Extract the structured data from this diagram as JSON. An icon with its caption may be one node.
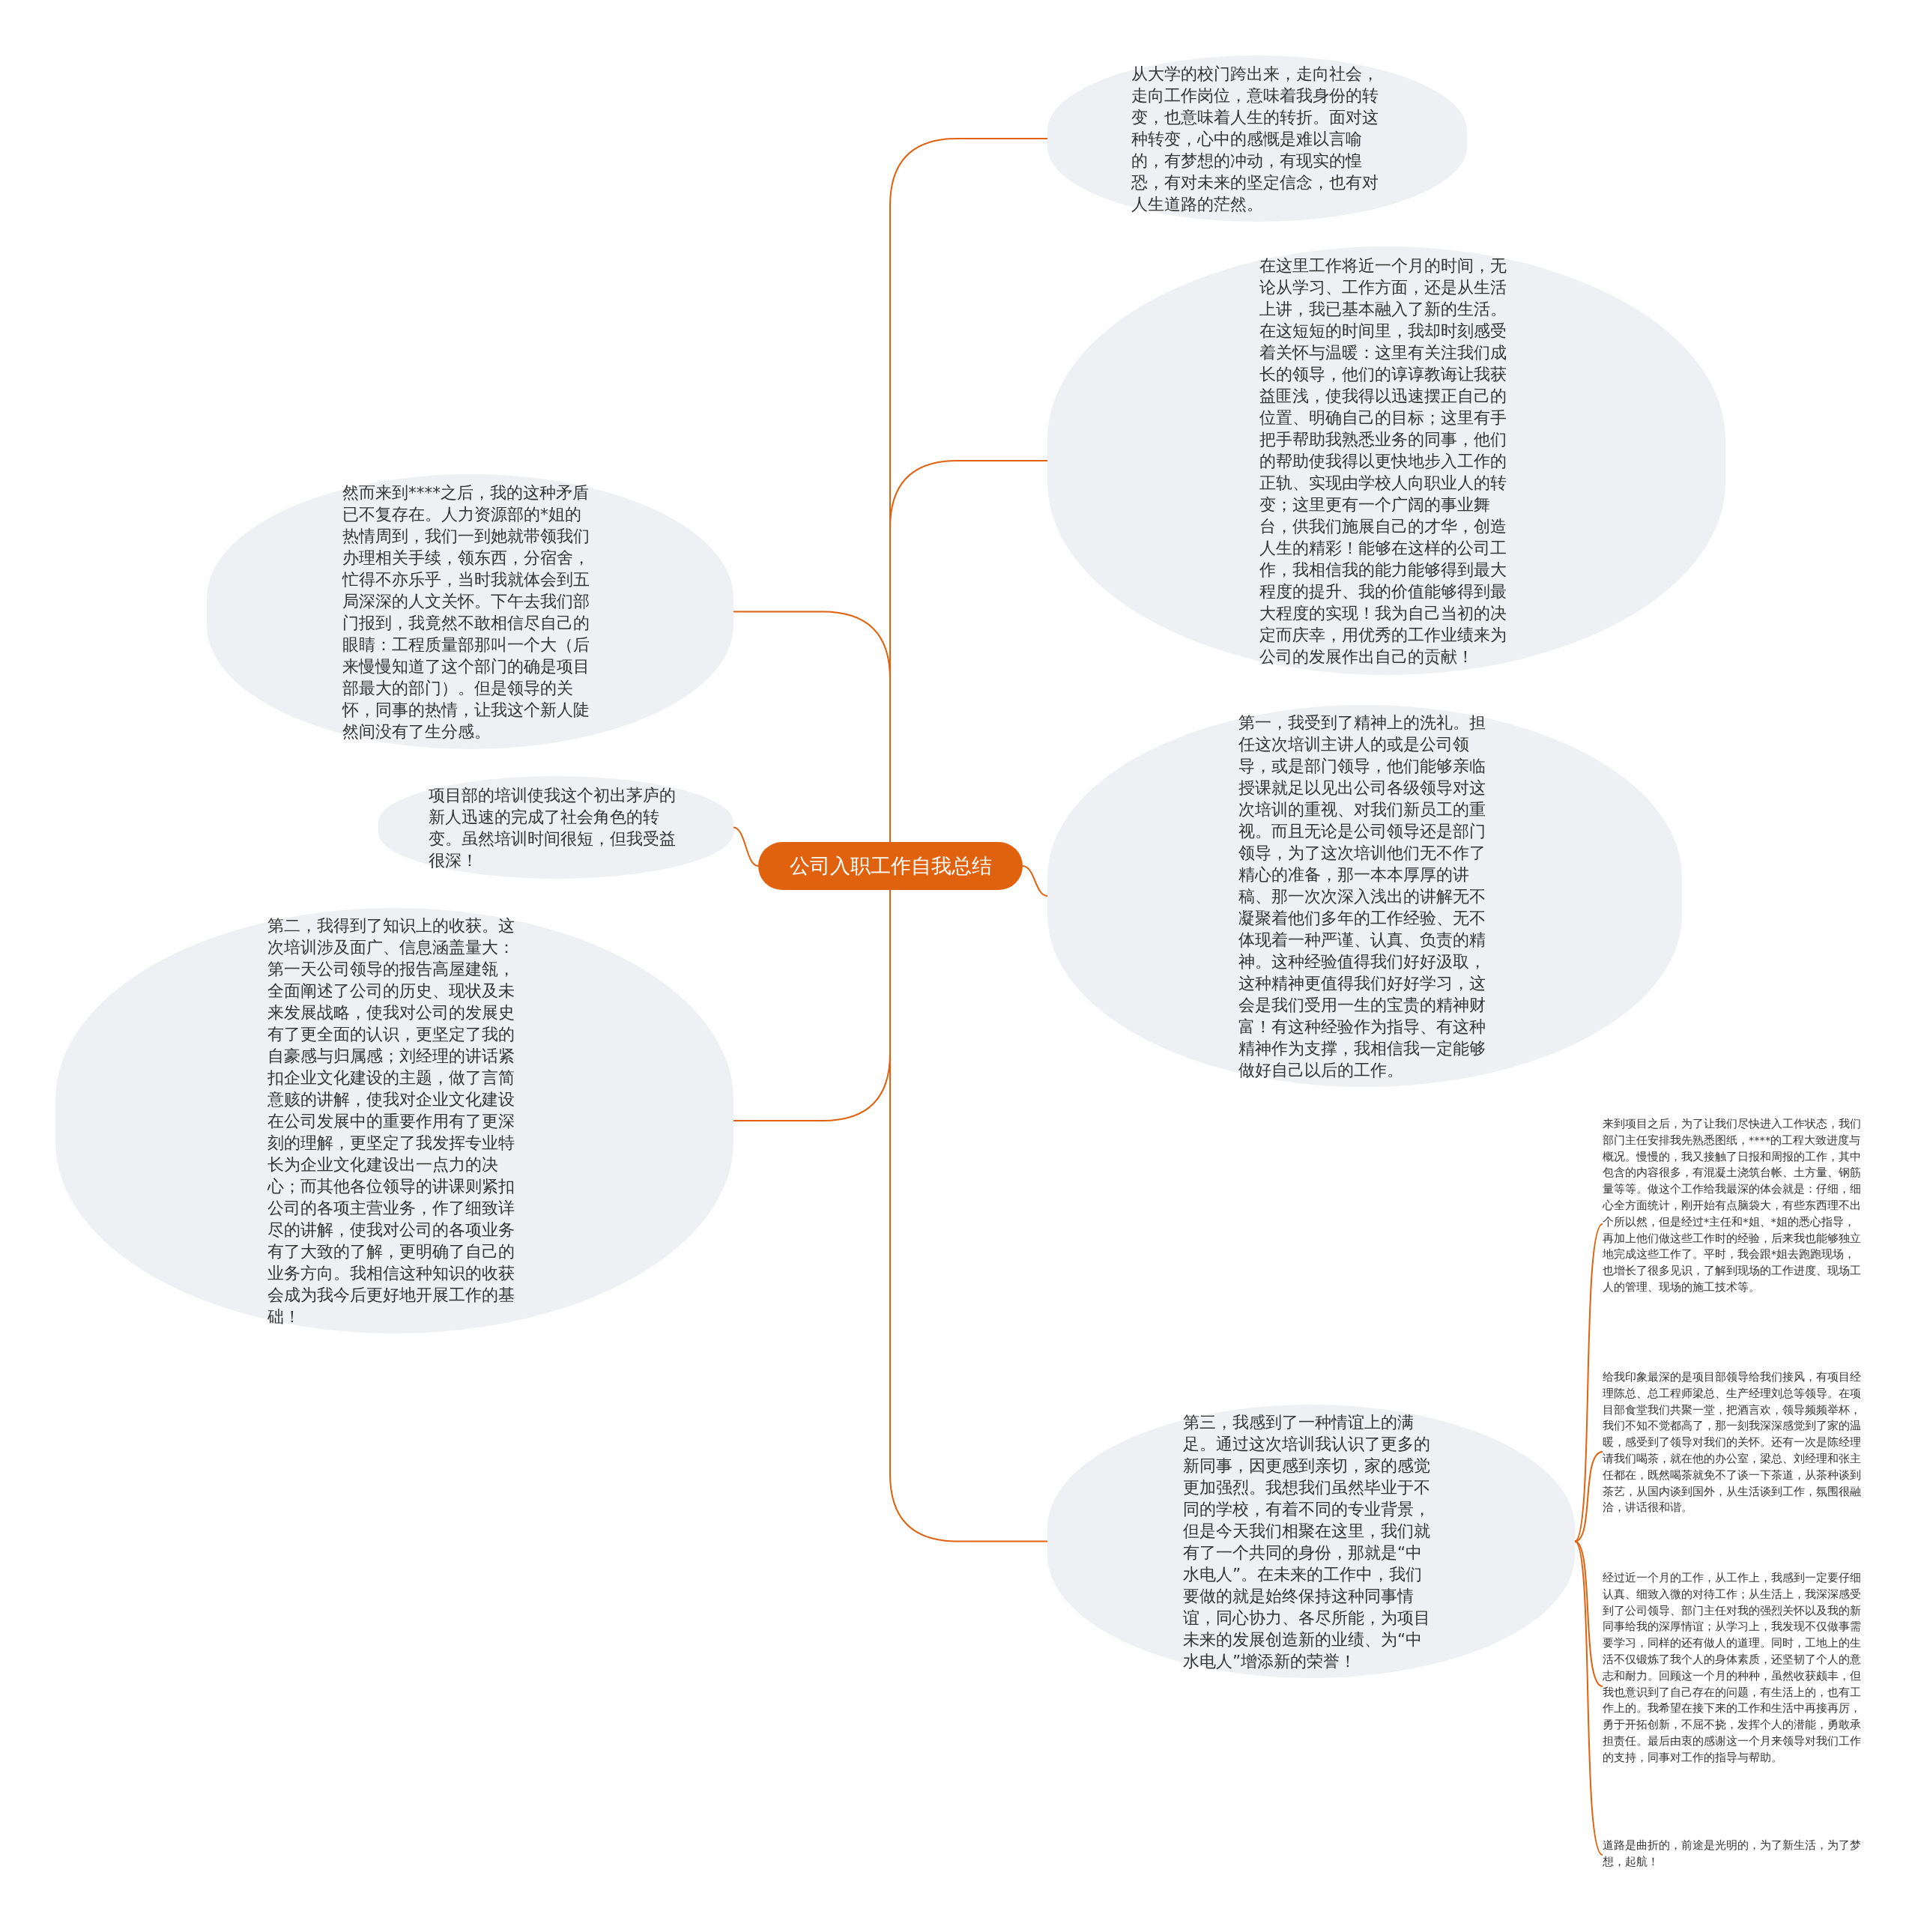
{
  "diagram": {
    "nodes": [
      {
        "text": [
          "公司入职工作自我总结"
        ]
      },
      {
        "text": [
          "从大学的校门跨出来，走向社会，走向工作岗位，意味着我身份的转变，也意味着人生的转折。面对这种转变，心中的感慨是难以言喻的，有梦想的冲动，有现实的惶恐，有对未来的坚定信念，也有对人生道路的茫然。"
        ]
      },
      {
        "text": [
          "在这里工作将近一个月的时间，无论从学习、工作方面，还是从生活上讲，我已基本融入了新的生活。在这短短的时间里，我却时刻感受着关怀与温暖：这里有关注我们成长的领导，他们的谆谆教诲让我获益匪浅，使我得以迅速摆正自己的位置、明确自己的目标；这里有手把手帮助我熟悉业务的同事，他们的帮助使我得以更快地步入工作的正轨、实现由学校人向职业人的转变；这里更有一个广阔的事业舞台，供我们施展自己的才华，创造人生的精彩！能够在这样的公司工作，我相信我的能力能够得到最大程度的提升、我的价值能够得到最大程度的实现！我为自己当初的决定而庆幸，用优秀的工作业绩来为公司的发展作出自己的贡献！"
        ]
      },
      {
        "text": [
          "第一，我受到了精神上的洗礼。担任这次培训主讲人的或是公司领导，或是部门领导，他们能够亲临授课就足以见出公司各级领导对这次培训的重视、对我们新员工的重视。而且无论是公司领导还是部门领导，为了这次培训他们无不作了精心的准备，那一本本厚厚的讲稿、那一次次深入浅出的讲解无不凝聚着他们多年的工作经验、无不体现着一种严谨、认真、负责的精神。这种经验值得我们好好汲取，这种精神更值得我们好好学习，这会是我们受用一生的宝贵的精神财富！有这种经验作为指导、有这种精神作为支撑，我相信我一定能够做好自己以后的工作。"
        ]
      },
      {
        "text": [
          "然而来到****之后，我的这种矛盾已不复存在。人力资源部的*姐的热情周到，我们一到她就带领我们办理相关手续，领东西，分宿舍，忙得不亦乐乎，当时我就体会到五局深深的人文关怀。下午去我们部门报到，我竟然不敢相信尽自己的眼睛：工程质量部那叫一个大（后来慢慢知道了这个部门的确是项目部最大的部门）。但是领导的关怀，同事的热情，让我这个新人陡然间没有了生分感。"
        ]
      },
      {
        "text": [
          "项目部的培训使我这个初出茅庐的新人迅速的完成了社会角色的转变。虽然培训时间很短，但我受益很深！"
        ]
      },
      {
        "text": [
          "第二，我得到了知识上的收获。这次培训涉及面广、信息涵盖量大：第一天公司领导的报告高屋建瓴，全面阐述了公司的历史、现状及未来发展战略，使我对公司的发展史有了更全面的认识，更坚定了我的自豪感与归属感；刘经理的讲话紧扣企业文化建设的主题，做了言简意赅的讲解，使我对企业文化建设在公司发展中的重要作用有了更深刻的理解，更坚定了我发挥专业特长为企业文化建设出一点力的决心；而其他各位领导的讲课则紧扣公司的各项主营业务，作了细致详尽的讲解，使我对公司的各项业务有了大致的了解，更明确了自己的业务方向。我相信这种知识的收获会成为我今后更好地开展工作的基础！"
        ]
      },
      {
        "text": [
          "第三，我感到了一种情谊上的满足。通过这次培训我认识了更多的新同事，因更感到亲切，家的感觉更加强烈。我想我们虽然毕业于不同的学校，有着不同的专业背景，但是今天我们相聚在这里，我们就有了一个共同的身份，那就是“中水电人”。在未来的工作中，我们要做的就是始终保持这种同事情谊，同心协力、各尽所能，为项目未来的发展创造新的业绩、为“中水电人”增添新的荣誉！"
        ]
      },
      {
        "text": [
          "来到项目之后，为了让我们尽快进入工作状态，我们部门主任安排我先熟悉图纸，****的工程大致进度与概况。慢慢的，我又接触了日报和周报的工作，其中包含的内容很多，有混凝土浇筑台帐、土方量、钢筋量等等。做这个工作给我最深的体会就是：仔细，细心全方面统计，刚开始有点脑袋大，有些东西理不出个所以然，但是经过*主任和*姐、*姐的悉心指导，再加上他们做这些工作时的经验，后来我也能够独立地完成这些工作了。平时，我会跟*姐去跑跑现场，也增长了很多见识，了解到现场的工作进度、现场工人的管理、现场的施工技术等。"
        ]
      },
      {
        "text": [
          "给我印象最深的是项目部领导给我们接风，有项目经理陈总、总工程师梁总、生产经理刘总等领导。在项目部食堂我们共聚一堂，把酒言欢，领导频频举杯，我们不知不觉都高了，那一刻我深深感觉到了家的温暖，感受到了领导对我们的关怀。还有一次是陈经理请我们喝茶，就在他的办公室，梁总、刘经理和张主任都在，既然喝茶就免不了谈一下茶道，从茶种谈到茶艺，从国内谈到国外，从生活谈到工作，氛围很融洽，讲话很和谐。"
        ]
      },
      {
        "text": [
          "经过近一个月的工作，从工作上，我感到一定要仔细认真、细致入微的对待工作；从生活上，我深深感受到了公司领导、部门主任对我的强烈关怀以及我的新同事给我的深厚情谊；从学习上，我发现不仅做事需要学习，同样的还有做人的道理。同时，工地上的生活不仅锻炼了我个人的身体素质，还坚韧了个人的意志和耐力。回顾这一个月的种种，虽然收获颇丰，但我也意识到了自己存在的问题，有生活上的，也有工作上的。我希望在接下来的工作和生活中再接再厉，勇于开拓创新，不屈不挠，发挥个人的潜能，勇敢承担责任。最后由衷的感谢这一个月来领导对我们工作的支持，同事对工作的指导与帮助。"
        ]
      },
      {
        "text": [
          "道路是曲折的，前途是光明的，为了新生活，为了梦想，起航！"
        ]
      }
    ],
    "edges": [
      {
        "from": 0,
        "to": 1,
        "arrow": "none"
      },
      {
        "from": 0,
        "to": 2,
        "arrow": "none"
      },
      {
        "from": 0,
        "to": 3,
        "arrow": "none"
      },
      {
        "from": 0,
        "to": 4,
        "arrow": "none"
      },
      {
        "from": 0,
        "to": 5,
        "arrow": "none"
      },
      {
        "from": 0,
        "to": 6,
        "arrow": "none"
      },
      {
        "from": 0,
        "to": 7,
        "arrow": "none"
      },
      {
        "from": 7,
        "to": 8,
        "arrow": "none"
      },
      {
        "from": 7,
        "to": 9,
        "arrow": "none"
      },
      {
        "from": 7,
        "to": 10,
        "arrow": "none"
      },
      {
        "from": 7,
        "to": 11,
        "arrow": "none"
      }
    ]
  }
}
